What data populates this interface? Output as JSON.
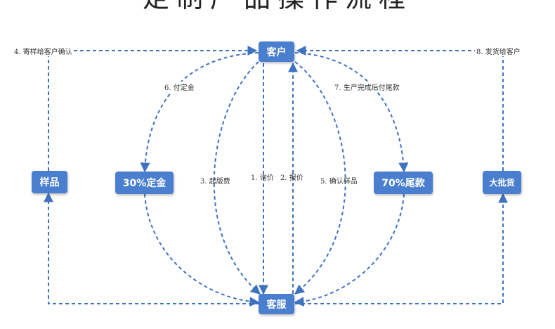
{
  "title": "定制产品操作流程",
  "nodes": {
    "customer": "客户",
    "service": "客服",
    "sample": "样品",
    "deposit": "30%定金",
    "balance": "70%尾款",
    "bulk": "大批货"
  },
  "steps": {
    "s1": "1. 询价",
    "s2": "2. 报价",
    "s3": "3. 起版费",
    "s4": "4. 寄样给客户确认",
    "s5": "5. 确认样品",
    "s6": "6. 付定金",
    "s7": "7. 生产完成后付尾款",
    "s8": "8. 发货给客户"
  },
  "colors": {
    "accent": "#4a7fd0",
    "line": "#3f73bf"
  }
}
